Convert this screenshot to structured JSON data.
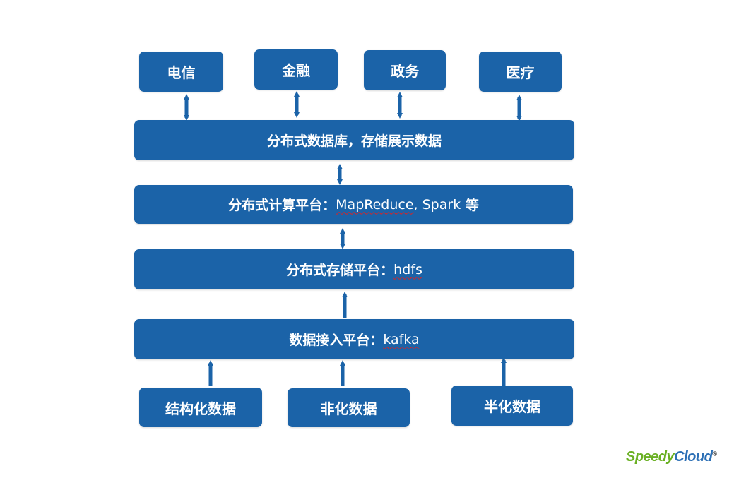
{
  "industries": [
    {
      "label": "电信"
    },
    {
      "label": "金融"
    },
    {
      "label": "政务"
    },
    {
      "label": "医疗"
    }
  ],
  "layers": {
    "database": {
      "label": "分布式数据库，存储展示数据"
    },
    "compute": {
      "prefix": "分布式计算平台：",
      "term1": "MapReduce",
      "sep": ", ",
      "term2": "Spark",
      "suffix": " 等"
    },
    "storage": {
      "prefix": "分布式存储平台：",
      "term": "hdfs"
    },
    "ingest": {
      "prefix": "数据接入平台：",
      "term": "kafka"
    }
  },
  "sources": [
    {
      "label": "结构化数据"
    },
    {
      "label": "非化数据"
    },
    {
      "label": "半化数据"
    }
  ],
  "logo": {
    "speedy": "Speedy",
    "cloud": "Cloud",
    "reg": "®"
  },
  "colors": {
    "box": "#1b63a8",
    "arrow": "#1b63a8",
    "logo_green": "#6ab023",
    "logo_blue": "#2c6fb5"
  }
}
